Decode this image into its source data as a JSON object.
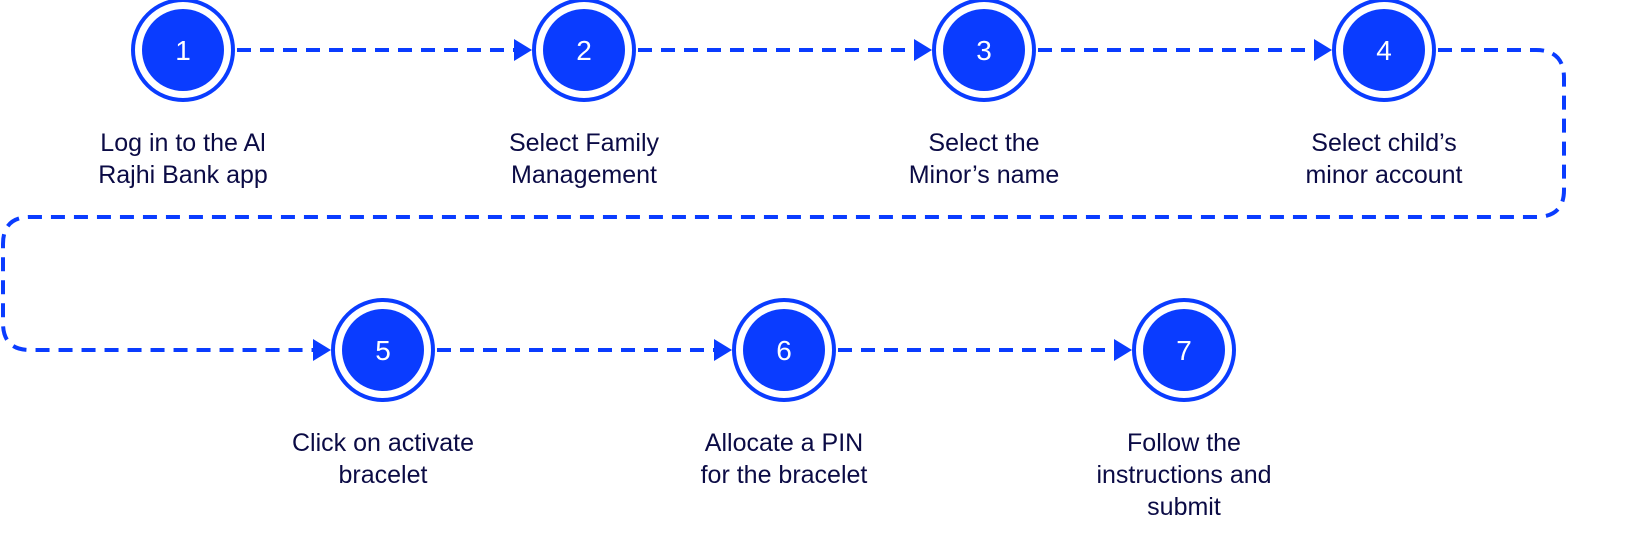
{
  "colors": {
    "accent": "#0a3cff",
    "text": "#0b0b45"
  },
  "steps": [
    {
      "number": "1",
      "label": "Log in to the Al\nRajhi Bank app"
    },
    {
      "number": "2",
      "label": "Select Family\nManagement"
    },
    {
      "number": "3",
      "label": "Select the\nMinor’s name"
    },
    {
      "number": "4",
      "label": "Select child’s\nminor account"
    },
    {
      "number": "5",
      "label": "Click on activate\nbracelet"
    },
    {
      "number": "6",
      "label": "Allocate a PIN\nfor the bracelet"
    },
    {
      "number": "7",
      "label": "Follow the\ninstructions and\nsubmit"
    }
  ]
}
